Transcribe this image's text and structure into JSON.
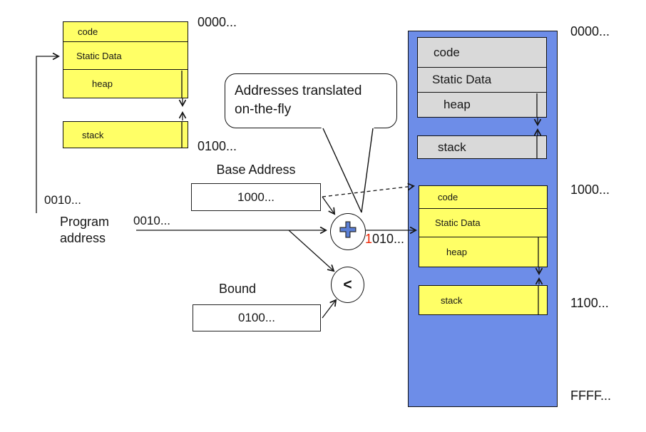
{
  "colors": {
    "segment_yellow": "#FFFF66",
    "memory_blue": "#6D8DE8",
    "segment_gray": "#D9D9D9",
    "highlight_red": "#EE2200",
    "adder_blue": "#5B7FD6"
  },
  "program_space": {
    "segments": {
      "code": "code",
      "static_data": "Static Data",
      "heap": "heap",
      "stack": "stack"
    },
    "addr_top": "0000...",
    "addr_bottom": "0100..."
  },
  "inputs": {
    "program_address_value": "0010...",
    "program_address_label_line1": "Program",
    "program_address_label_line2": "address",
    "program_address_bus_value": "0010...",
    "base": {
      "label": "Base Address",
      "value": "1000..."
    },
    "bound": {
      "label": "Bound",
      "value": "0100..."
    }
  },
  "alu": {
    "adder_symbol": "✚",
    "comparator_symbol": "<",
    "result_msb": "1",
    "result_rest": "010..."
  },
  "callout": {
    "line1": "Addresses translated",
    "line2": "on-the-fly"
  },
  "physical_memory": {
    "resident_segments": {
      "code": "code",
      "static_data": "Static Data",
      "heap": "heap",
      "stack": "stack"
    },
    "process_segments": {
      "code": "code",
      "static_data": "Static Data",
      "heap": "heap",
      "stack": "stack"
    },
    "addr_top": "0000...",
    "addr_base": "1000...",
    "addr_bound_end": "1100...",
    "addr_bottom": "FFFF..."
  }
}
